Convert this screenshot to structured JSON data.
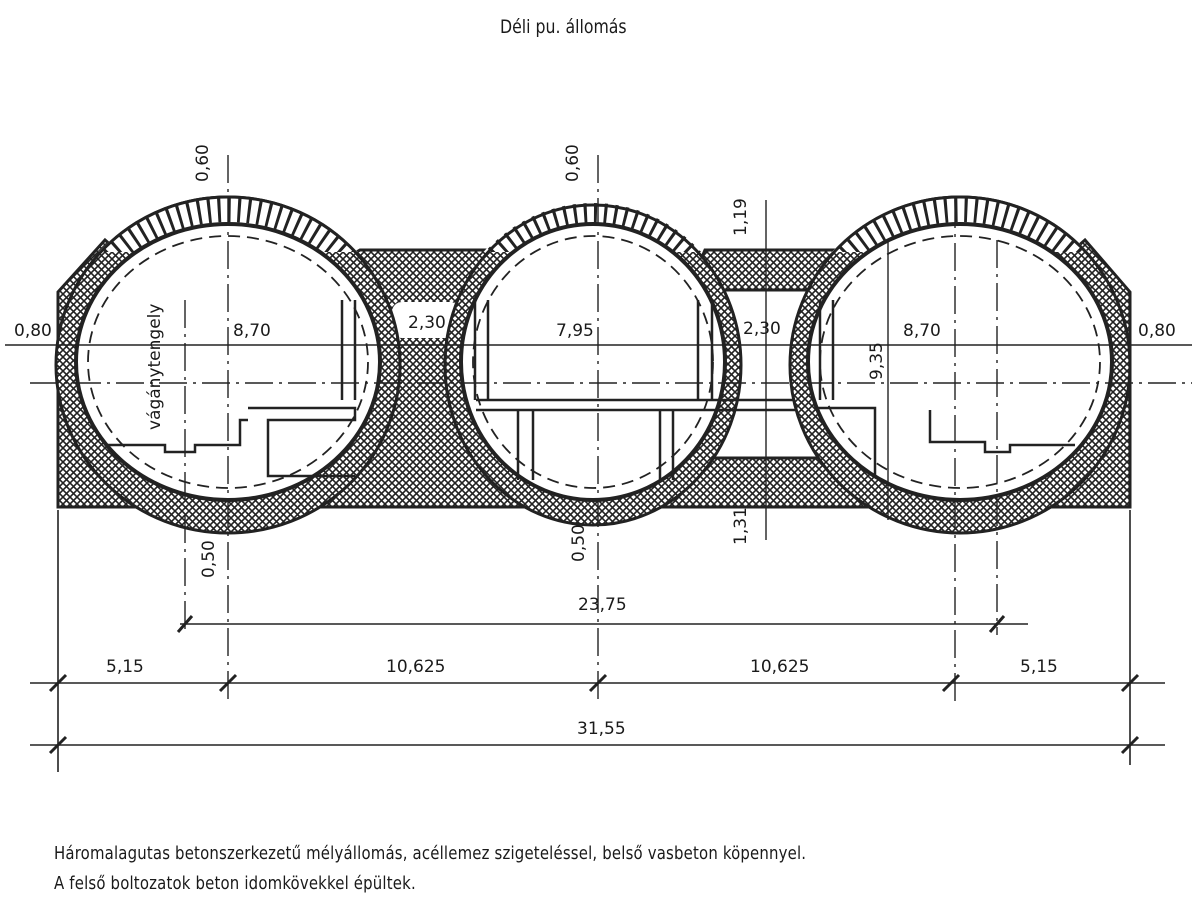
{
  "title": "Déli pu. állomás",
  "labels": {
    "top_left": "0,60",
    "top_mid": "0,60",
    "slab_top": "1,19",
    "slab_bottom": "1,31",
    "left_edge": "0,80",
    "right_edge": "0,80",
    "width_left": "8,70",
    "width_mid": "7,95",
    "width_right": "8,70",
    "pillar_left": "2,30",
    "pillar_right": "2,30",
    "height_right": "9,35",
    "axis_label": "vágánytengely",
    "bottom_left": "0,50",
    "bottom_mid": "0,50",
    "dim_track": "23,75",
    "dim_a": "5,15",
    "dim_b": "10,625",
    "dim_c": "10,625",
    "dim_d": "5,15",
    "dim_total": "31,55"
  },
  "caption": {
    "line1": "Háromalagutas betonszerkezetű mélyállomás, acéllemez szigeteléssel, belső vasbeton köpennyel.",
    "line2": "A felső boltozatok beton idomkövekkel épültek."
  }
}
